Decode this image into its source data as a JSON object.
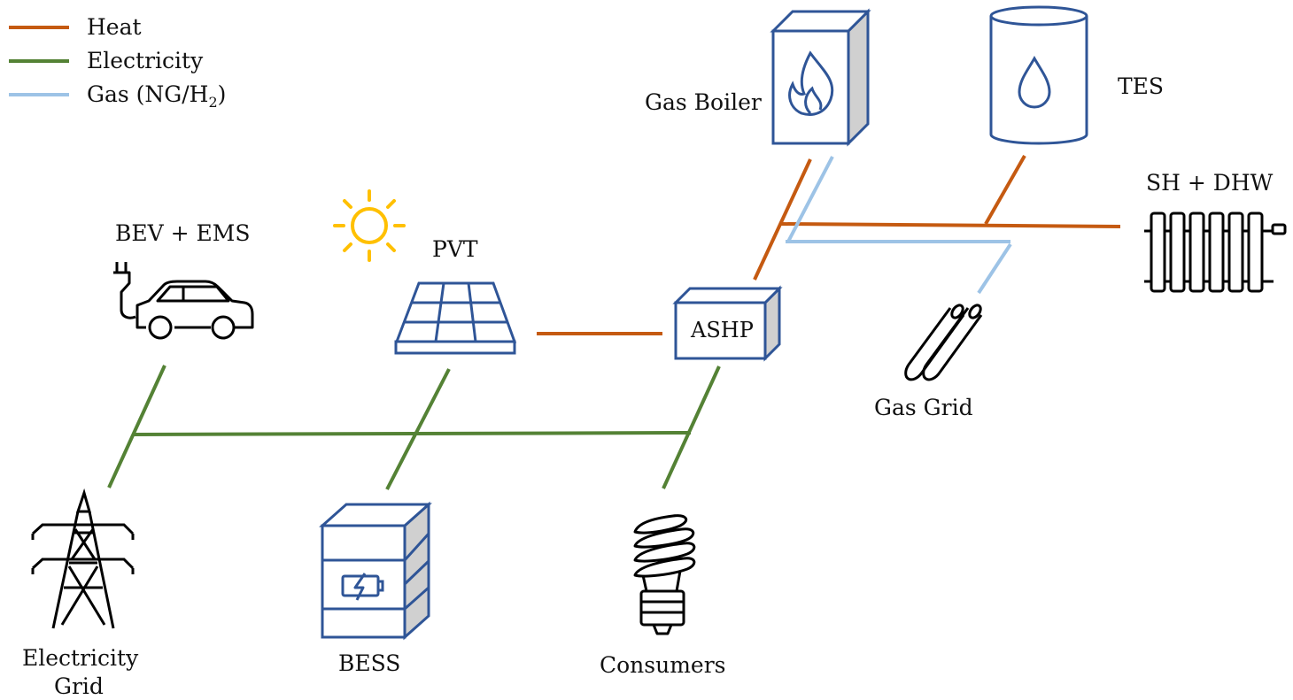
{
  "colors": {
    "heat": "#c55a11",
    "electricity": "#548235",
    "gas": "#9dc3e6",
    "component_blue": "#2f5597",
    "sun": "#ffc000",
    "side_gray": "#d0d0d0"
  },
  "legend": [
    {
      "label": "Heat",
      "color": "#c55a11"
    },
    {
      "label": "Electricity",
      "color": "#548235"
    },
    {
      "label": "Gas (NG/H",
      "sub": "2",
      "suffix": ")",
      "color": "#9dc3e6"
    }
  ],
  "components": {
    "gas_boiler": {
      "label": "Gas Boiler",
      "icon": "flame-icon"
    },
    "tes": {
      "label": "TES",
      "icon": "water-drop-icon"
    },
    "sh_dhw": {
      "label": "SH + DHW",
      "icon": "radiator-icon"
    },
    "gas_grid": {
      "label": "Gas Grid",
      "icon": "pipes-icon"
    },
    "ashp": {
      "label": "ASHP",
      "icon": "box-icon"
    },
    "pvt": {
      "label": "PVT",
      "icon": "solar-panel-icon"
    },
    "sun": {
      "icon": "sun-icon"
    },
    "bev": {
      "label": "BEV + EMS",
      "icon": "electric-car-icon"
    },
    "electricity_grid": {
      "label_line1": "Electricity",
      "label_line2": "Grid",
      "icon": "transmission-tower-icon"
    },
    "bess": {
      "label": "BESS",
      "icon": "battery-icon"
    },
    "consumers": {
      "label": "Consumers",
      "icon": "light-bulb-icon"
    }
  }
}
